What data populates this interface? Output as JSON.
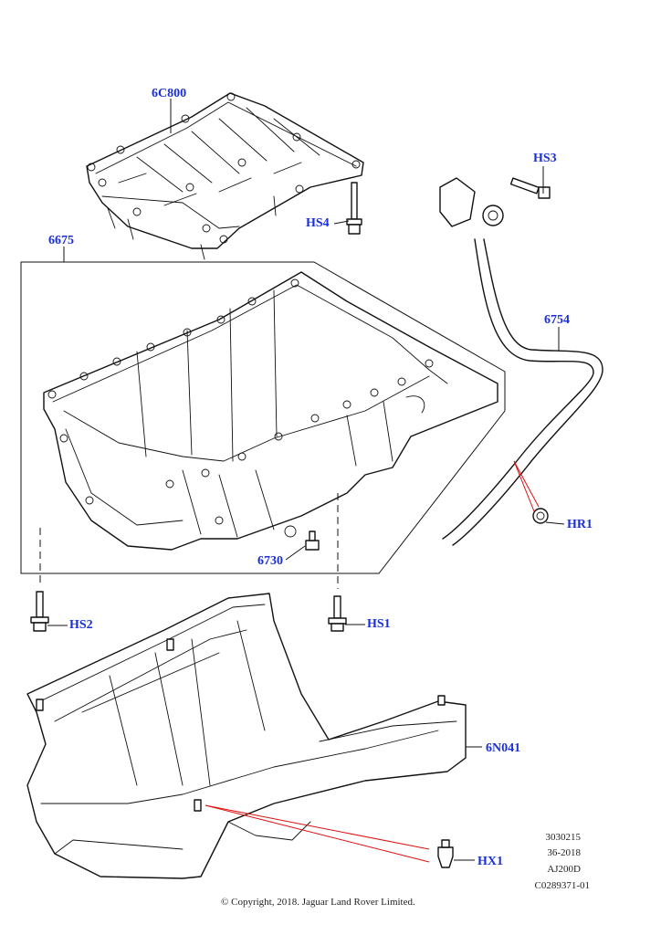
{
  "labels": {
    "windage_tray": "6C800",
    "oil_pan": "6675",
    "dipstick_tube": "6754",
    "drain_plug": "6730",
    "lower_cover": "6N041",
    "bolt_hs1": "HS1",
    "bolt_hs2": "HS2",
    "bolt_hs3": "HS3",
    "bolt_hs4": "HS4",
    "seal_hr1": "HR1",
    "clip_hx1": "HX1"
  },
  "reference": {
    "line1": "3030215",
    "line2": "36-2018",
    "line3": "AJ200D",
    "line4": "C0289371-01"
  },
  "copyright": "© Copyright, 2018. Jaguar Land Rover Limited.",
  "colors": {
    "label": "#1a2fd6",
    "leader_red": "#dd1111",
    "line": "#111111"
  }
}
